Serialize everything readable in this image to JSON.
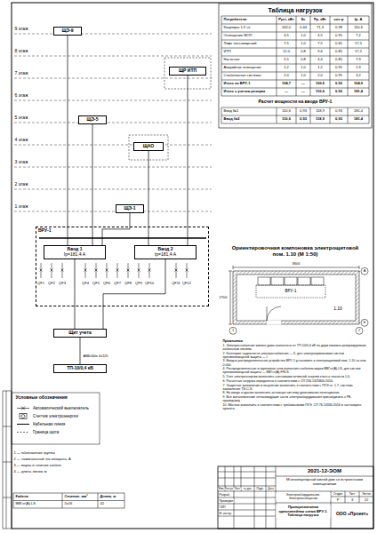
{
  "diagram": {
    "nodes": [
      {
        "text": [
          "ВРУ-1"
        ]
      },
      {
        "text": [
          "Ввод 1",
          "Iр=181,4 А"
        ],
        "in": 0
      },
      {
        "text": [
          "Ввод 2",
          "Iр=181,4 А"
        ],
        "in": 0
      },
      {
        "text": [
          "Щит учета"
        ]
      },
      {
        "text": [
          "ТП-10/0,4 кВ"
        ]
      },
      {
        "text": [
          "ЩЭ-9"
        ]
      },
      {
        "text": [
          "ЩЭ-5"
        ]
      },
      {
        "text": [
          "ЩЭ-1"
        ]
      },
      {
        "text": [
          "ЩР ИТП"
        ]
      },
      {
        "text": [
          "ЩАО"
        ]
      }
    ],
    "edges": [
      {
        "from": 4,
        "to": 3,
        "arrow": "none",
        "label": "АВБбШв 4х120"
      },
      {
        "from": 3,
        "to": 1,
        "arrow": "none"
      },
      {
        "from": 3,
        "to": 2,
        "arrow": "none"
      },
      {
        "from": 1,
        "to": 5,
        "arrow": "none"
      },
      {
        "from": 1,
        "to": 6,
        "arrow": "none"
      },
      {
        "from": 1,
        "to": 7,
        "arrow": "none"
      },
      {
        "from": 2,
        "to": 8,
        "arrow": "none"
      },
      {
        "from": 2,
        "to": 9,
        "arrow": "none"
      }
    ],
    "labels": [
      "9 этаж",
      "8 этаж",
      "7 этаж",
      "6 этаж",
      "5 этаж",
      "4 этаж",
      "3 этаж",
      "2 этаж",
      "1 этаж",
      "Таблица нагрузок",
      "Потребитель",
      "Руст, кВт",
      "Кс",
      "Рр, кВт",
      "cos φ",
      "Iр, А",
      "Квартиры 1-9 эт.",
      "162,0",
      "0,44",
      "71,3",
      "0,98",
      "110,6",
      "Освещение МОП",
      "4,5",
      "1,0",
      "4,5",
      "0,95",
      "7,2",
      "Лифт пассажирский",
      "7,5",
      "1,0",
      "7,5",
      "0,65",
      "17,5",
      "ИТП",
      "12,0",
      "0,8",
      "9,6",
      "0,85",
      "17,2",
      "Насосная",
      "5,5",
      "0,8",
      "4,4",
      "0,85",
      "7,9",
      "Аварийное освещение",
      "1,2",
      "1,0",
      "1,2",
      "0,95",
      "1,9",
      "Слаботочные системы",
      "2,0",
      "1,0",
      "2,0",
      "0,95",
      "3,2",
      "Итого по ВРУ-1",
      "194,7",
      "—",
      "100,5",
      "0,93",
      "164,9",
      "Итого с учетом резерва",
      "—",
      "—",
      "110,6",
      "0,93",
      "181,4",
      "Расчет мощности на вводе ВРУ-1",
      "Ввод №1",
      "110,6",
      "0,93",
      "118,9",
      "0,93",
      "181,4",
      "Ввод №2",
      "110,6",
      "0,93",
      "118,9",
      "0,93",
      "181,4",
      "QF1",
      "QF2",
      "QF3",
      "QF4",
      "QF5",
      "QF6",
      "QF7",
      "QF8",
      "QF9",
      "QF10",
      "QF11",
      "QF12",
      "Ориентировочная компоновка электрощитовой пом. 1.10 (М 1:50)",
      "3600",
      "2700",
      "ВРУ-1",
      "1.10",
      "А",
      "Б",
      "1",
      "2",
      "Примечания:",
      "1. Электроснабжение жилого дома выполнено от ТП-10/0,4 кВ по двум взаимно резервируемым кабельным линиям.",
      "2. Категория надежности электроснабжения — II, для электроприемников систем противопожарной защиты — I.",
      "3. Вводно-распределительное устройство ВРУ-1 установить в электрощитовой пом. 1.10 на отм. 0.000.",
      "4. Распределительные и групповые сети выполнить кабелем марки ВВГнг(А)-LS, для систем противопожарной защиты — ВВГнг(А)-FRLS.",
      "5. Учет электроэнергии выполнить счетчиками активной энергии класса точности 1,0.",
      "6. Расчетная нагрузка определена в соответствии с СП 256.1325800.2016.",
      "7. Защитное заземление и зануление выполнить в соответствии с ПУЭ гл. 1.7, система заземления TN-C-S.",
      "8. На вводе в здание выполнить основную систему уравнивания потенциалов.",
      "9. Все металлические нетоковедущие части электрооборудования присоединить к PE-проводнику.",
      "10. Монтаж выполнить в соответствии с требованиями ПУЭ, СП 76.13330.2016 и настоящего проекта.",
      "Условные обозначения",
      "1 — обозначение группы",
      "2 — номинальный ток аппарата, А",
      "3 — марка и сечение кабеля",
      "4 — длина линии, м",
      "Кабель",
      "Сечение, мм²",
      "Длина, м",
      "ВВГнг(А)-LS",
      "5х16",
      "42",
      "Изм.",
      "Кол.уч.",
      "Лист",
      "№ док.",
      "Подп.",
      "Дата",
      "Разраб.",
      "Проверил",
      "ГИП",
      "Н. контр.",
      "2021-12-ЭОМ",
      "Многоквартирный жилой дом со встроенными помещениями",
      "Электрооборудование. Электроосвещение",
      "Стадия",
      "Лист",
      "Листов",
      "Р",
      "3",
      "12",
      "Принципиальная однолинейная схема ВРУ-1. Таблица нагрузок",
      "ООО «Проект»"
    ],
    "legend": [
      {
        "text": "Автоматический выключатель"
      },
      {
        "text": "Счетчик электроэнергии"
      },
      {
        "text": "Кабельная линия"
      },
      {
        "text": "Граница щита"
      }
    ]
  }
}
